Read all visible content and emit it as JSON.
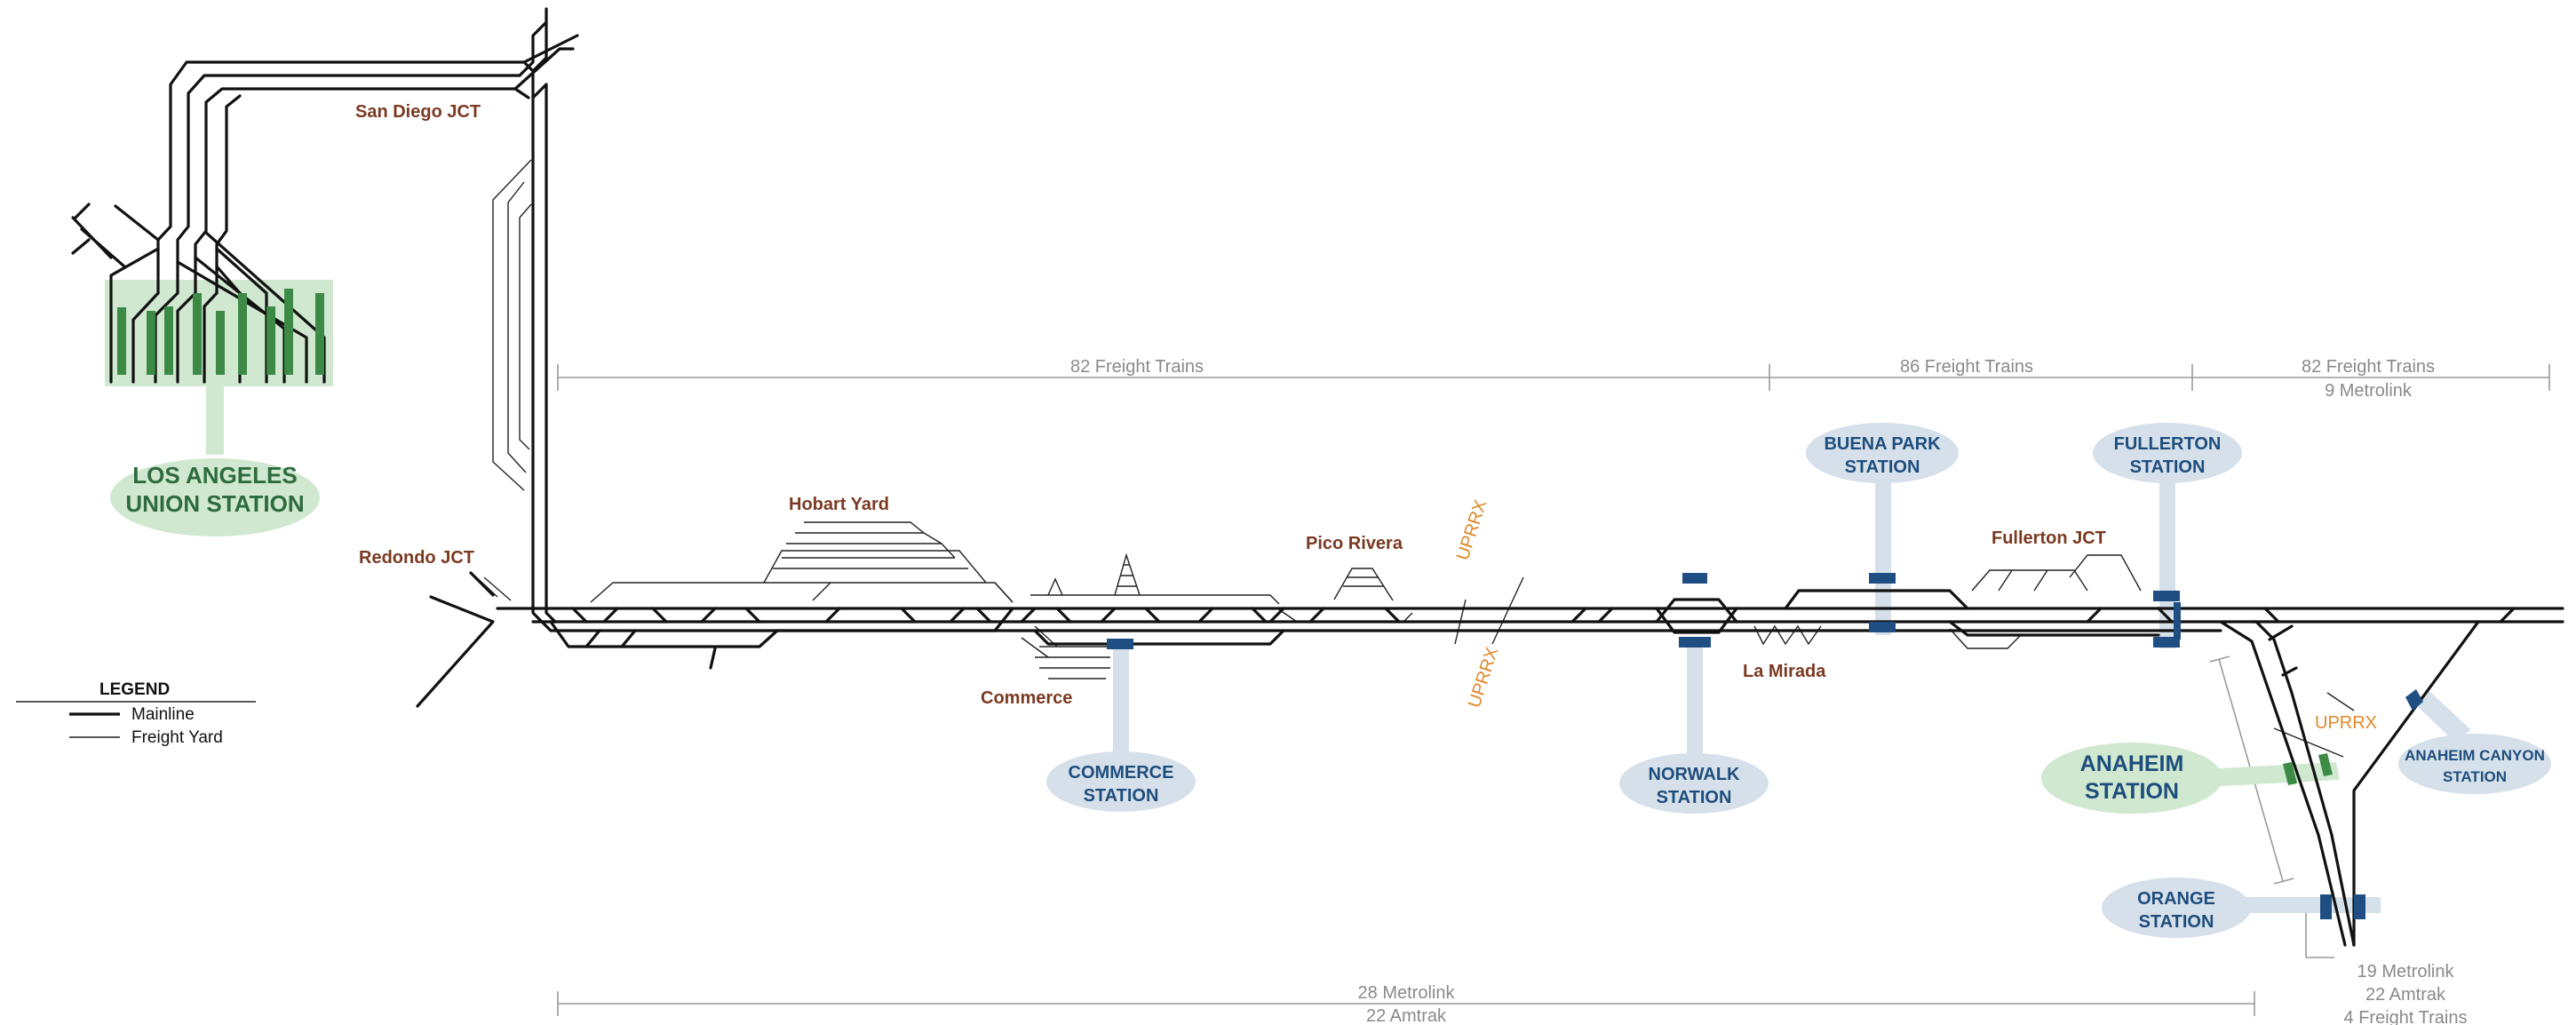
{
  "colors": {
    "mainline": "#111111",
    "station_blue_bg": "#d6e0ea",
    "station_blue_text": "#1e4d7d",
    "platform_blue": "#1f4e82",
    "station_green_bg": "#cfe8cf",
    "station_green_text": "#2e6b3e",
    "platform_green": "#3c8a45",
    "location_label": "#7a3a22",
    "uprrx_label": "#e0872a",
    "dimension_gray": "#9a9a9a"
  },
  "stations": {
    "la_union": [
      "LOS ANGELES",
      "UNION STATION"
    ],
    "commerce": [
      "COMMERCE",
      "STATION"
    ],
    "norwalk": [
      "NORWALK",
      "STATION"
    ],
    "buena_park": [
      "BUENA PARK",
      "STATION"
    ],
    "fullerton": [
      "FULLERTON",
      "STATION"
    ],
    "anaheim": [
      "ANAHEIM",
      "STATION"
    ],
    "anaheim_canyon": [
      "ANAHEIM CANYON",
      "STATION"
    ],
    "orange": [
      "ORANGE",
      "STATION"
    ]
  },
  "locations": {
    "san_diego_jct": "San Diego JCT",
    "redondo_jct": "Redondo JCT",
    "hobart_yard": "Hobart Yard",
    "commerce": "Commerce",
    "pico_rivera": "Pico Rivera",
    "la_mirada": "La Mirada",
    "fullerton_jct": "Fullerton JCT"
  },
  "uprrx": {
    "label": "UPRRX"
  },
  "traffic": {
    "seg1": [
      "82 Freight Trains"
    ],
    "seg2": [
      "86 Freight Trains"
    ],
    "seg3": [
      "82 Freight Trains",
      "9 Metrolink"
    ],
    "bottom": [
      "28 Metrolink",
      "22 Amtrak"
    ],
    "orange_branch": [
      "19 Metrolink",
      "22 Amtrak",
      "4 Freight Trains"
    ]
  },
  "legend": {
    "title": "LEGEND",
    "items": [
      "Mainline",
      "Freight Yard"
    ]
  }
}
